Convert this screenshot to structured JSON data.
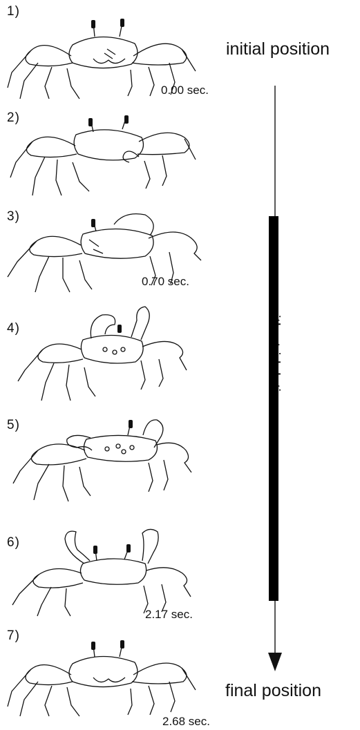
{
  "panels": [
    {
      "num": "1)",
      "time": "0.00 sec."
    },
    {
      "num": "2)",
      "time": ""
    },
    {
      "num": "3)",
      "time": "0.70 sec."
    },
    {
      "num": "4)",
      "time": ""
    },
    {
      "num": "5)",
      "time": ""
    },
    {
      "num": "6)",
      "time": "2.17 sec."
    },
    {
      "num": "7)",
      "time": "2.68 sec."
    }
  ],
  "labels": {
    "initial": "initial position",
    "final": "final position",
    "stridulation": "with stridulation"
  },
  "colors": {
    "ink": "#111111",
    "bar": "#000000"
  }
}
